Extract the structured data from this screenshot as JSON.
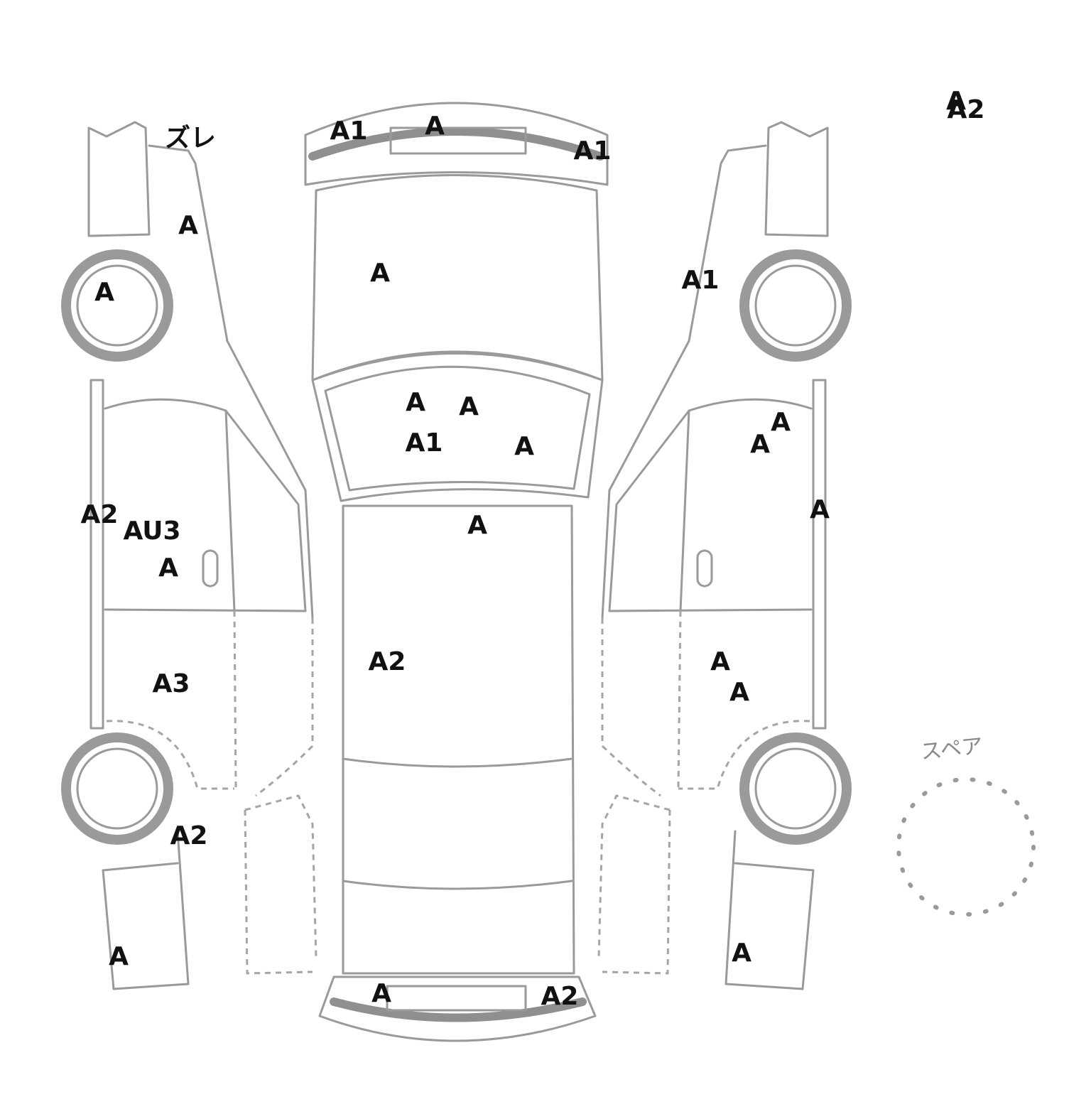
{
  "spare_label": "スペア",
  "marks": [
    {
      "id": "top-right-a2",
      "text": "A2"
    },
    {
      "id": "top-right-a",
      "text": "A"
    },
    {
      "id": "left-front-bumper",
      "text": "ズレ"
    },
    {
      "id": "left-front-fender",
      "text": "A"
    },
    {
      "id": "left-front-wheel",
      "text": "A"
    },
    {
      "id": "left-front-door-edge",
      "text": "A2"
    },
    {
      "id": "left-front-door-au3",
      "text": "AU3"
    },
    {
      "id": "left-front-door",
      "text": "A"
    },
    {
      "id": "left-rear-door",
      "text": "A3"
    },
    {
      "id": "left-rear-wheel",
      "text": "A2"
    },
    {
      "id": "left-rear-bumper",
      "text": "A"
    },
    {
      "id": "front-bumper-left",
      "text": "A1"
    },
    {
      "id": "front-bumper-center",
      "text": "A"
    },
    {
      "id": "front-bumper-right",
      "text": "A1"
    },
    {
      "id": "hood",
      "text": "A"
    },
    {
      "id": "windshield-1",
      "text": "A"
    },
    {
      "id": "windshield-2",
      "text": "A"
    },
    {
      "id": "windshield-3",
      "text": "A1"
    },
    {
      "id": "windshield-4",
      "text": "A"
    },
    {
      "id": "roof-front",
      "text": "A"
    },
    {
      "id": "roof",
      "text": "A2"
    },
    {
      "id": "rear-bumper-left",
      "text": "A"
    },
    {
      "id": "rear-bumper-right",
      "text": "A2"
    },
    {
      "id": "right-front-fender",
      "text": "A1"
    },
    {
      "id": "right-front-door-1",
      "text": "A"
    },
    {
      "id": "right-front-door-2",
      "text": "A"
    },
    {
      "id": "right-front-door-edge",
      "text": "A"
    },
    {
      "id": "right-rear-door-1",
      "text": "A"
    },
    {
      "id": "right-rear-door-2",
      "text": "A"
    },
    {
      "id": "right-rear-bumper",
      "text": "A"
    }
  ]
}
